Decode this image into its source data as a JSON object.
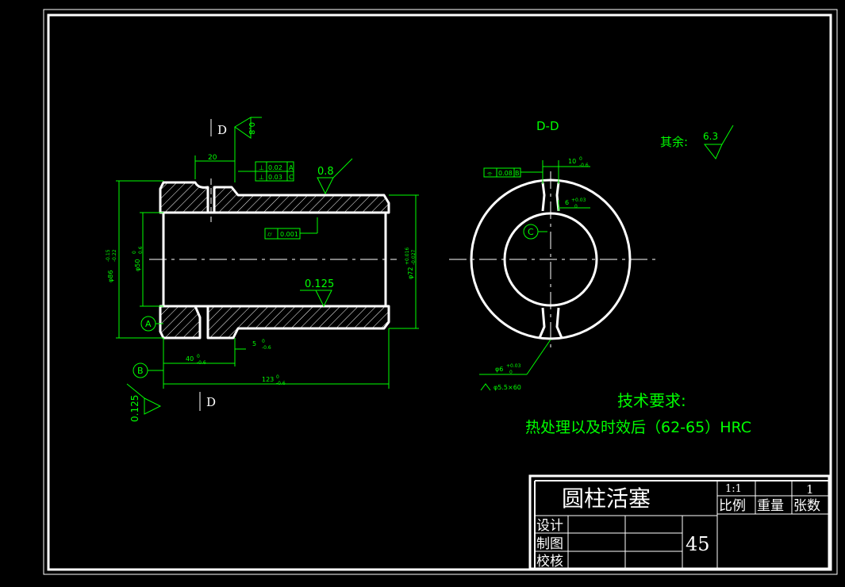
{
  "view_section_marker": "D",
  "view_title": "D-D",
  "general_roughness": {
    "label": "其余:",
    "value": "6.3"
  },
  "roughness": {
    "top": "0.8",
    "bore": "0.125",
    "face": "0.125",
    "flank": "0.8"
  },
  "tolerance_frames": {
    "f1": {
      "value": "0.02",
      "datum": "A"
    },
    "f2": {
      "value": "0.03",
      "datum": "C"
    },
    "f3": {
      "value": "0.001"
    },
    "f4": {
      "value": "0.08",
      "datum": "B"
    }
  },
  "datums": {
    "a": "A",
    "b": "B",
    "c": "C"
  },
  "dimensions": {
    "d20": "20",
    "d40": "40",
    "d5": "5",
    "d123": "123",
    "dia86": "φ86",
    "dia50": "φ50",
    "dia72": "φ72",
    "d10": "10",
    "slot6a": "6",
    "slot6b": "φ6",
    "hole": "φ5.5×60",
    "tol_zero": "0",
    "tol_m06": "-0.6",
    "tol_m015": "-0.15",
    "tol_m022": "-0.22",
    "tol_p06": "0.6",
    "tol_p016": "+0.016",
    "tol_m0027": "-0.027",
    "tol_p003": "+0.03"
  },
  "tech_requirements": {
    "title": "技术要求:",
    "text": "热处理以及时效后（62-65）HRC"
  },
  "title_block": {
    "part_name": "圆柱活塞",
    "scale_value": "1:1",
    "scale_label": "比例",
    "weight_label": "重量",
    "sheets_value": "1",
    "sheets_label": "张数",
    "design_label": "设计",
    "drawing_label": "制图",
    "check_label": "校核",
    "material": "45"
  },
  "colors": {
    "background": "#000000",
    "outline": "#ffffff",
    "annotation": "#00ff00"
  }
}
